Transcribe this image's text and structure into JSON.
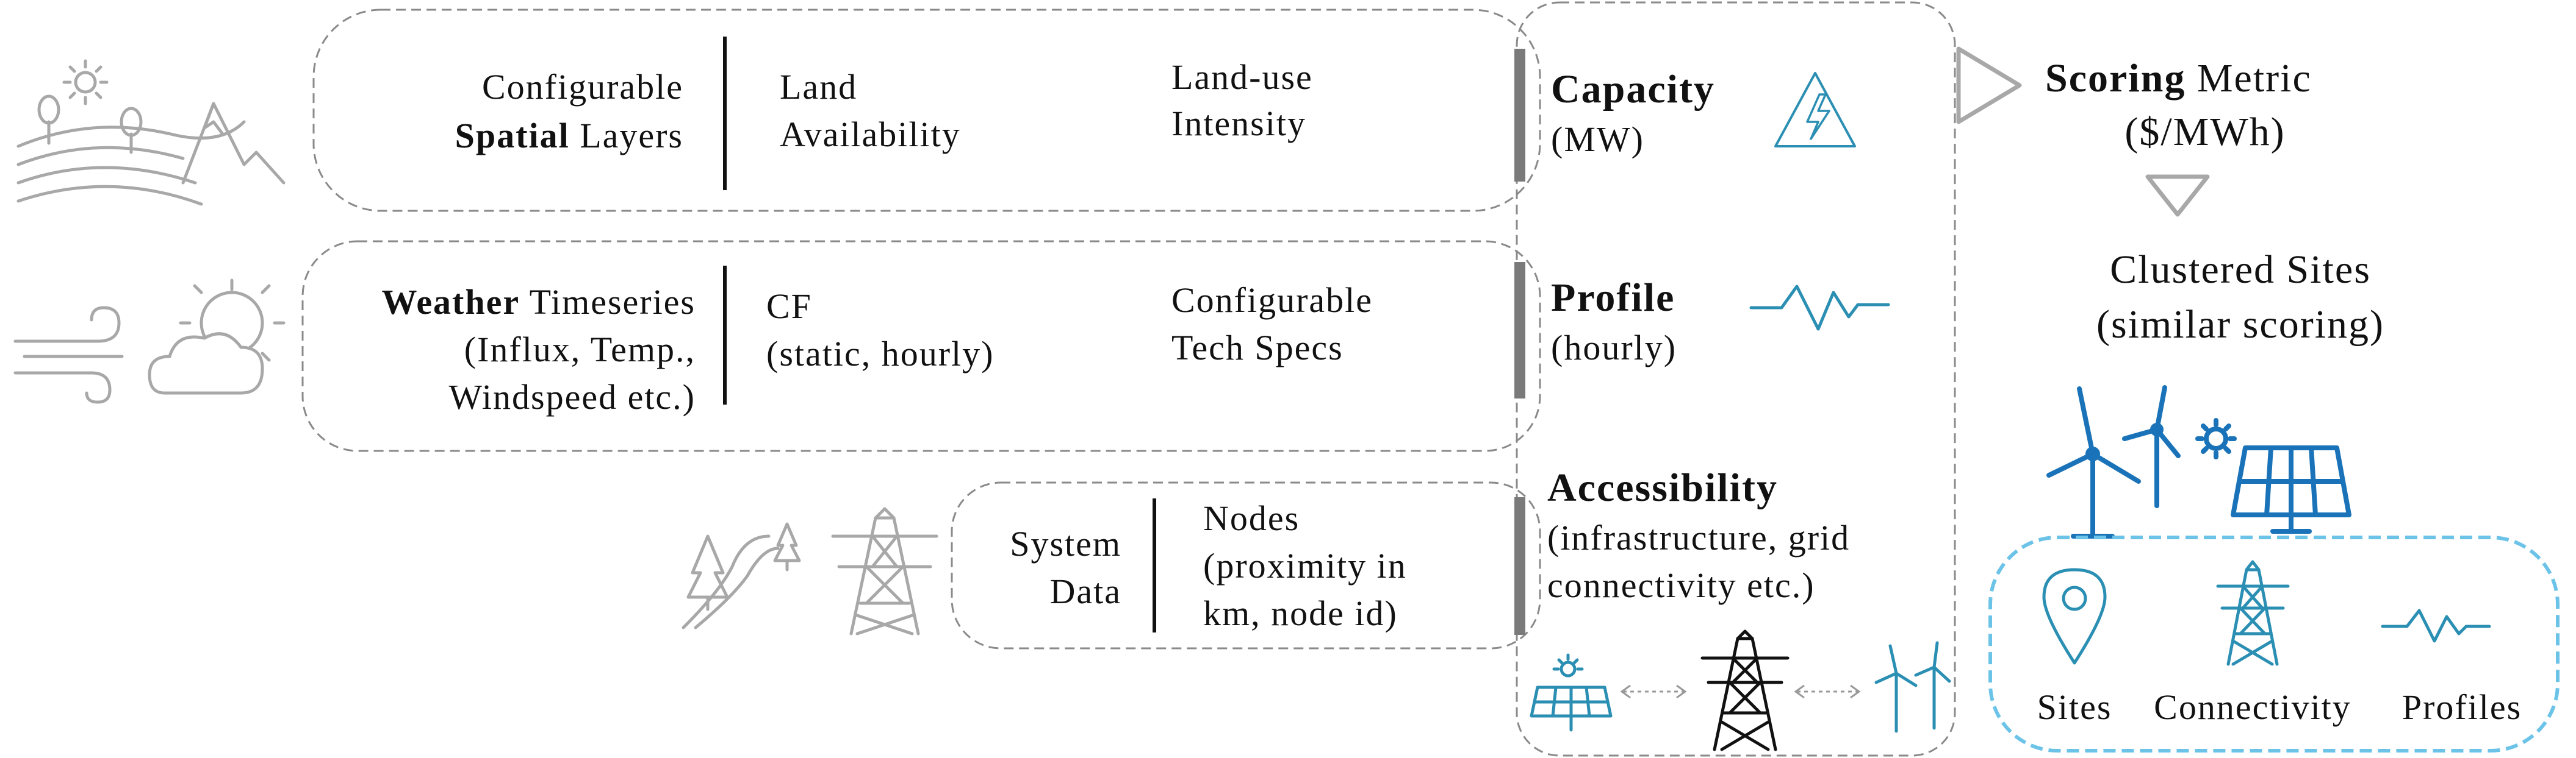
{
  "rows": {
    "spatial": {
      "title_line1": "Configurable",
      "title_bold": "Spatial",
      "title_rest": " Layers",
      "col1_line1": "Land",
      "col1_line2": "Availability",
      "col2_line1": "Land-use",
      "col2_line2": "Intensity",
      "icon": "landscape-icon"
    },
    "weather": {
      "title_bold": "Weather",
      "title_rest": " Timeseries",
      "title_line2": "(Influx, Temp.,",
      "title_line3": "Windspeed etc.)",
      "col1_line1": "CF",
      "col1_line2": "(static, hourly)",
      "col2_line1": "Configurable",
      "col2_line2": "Tech Specs",
      "icon": "weather-icon"
    },
    "system": {
      "title_line1": "System",
      "title_line2": "Data",
      "col1_line1": "Nodes",
      "col1_line2": "(proximity in",
      "col1_line3": "km, node id)",
      "icon": "road-and-tower-icon"
    }
  },
  "outputs": {
    "capacity": {
      "title": "Capacity",
      "sub": "(MW)",
      "icon": "high-voltage-icon"
    },
    "profile": {
      "title": "Profile",
      "sub": "(hourly)",
      "icon": "signal-wave-icon"
    },
    "accessibility": {
      "title": "Accessibility",
      "sub_line1": "(infrastructure, grid",
      "sub_line2": "connectivity etc.)",
      "icons": [
        "solar-panel-icon",
        "transmission-tower-icon",
        "wind-turbine-icon"
      ]
    }
  },
  "scoring": {
    "title_bold": "Scoring",
    "title_rest": " Metric",
    "sub": "($/MWh)"
  },
  "clustered": {
    "line1": "Clustered Sites",
    "line2": "(similar scoring)",
    "items": [
      {
        "label": "Sites",
        "icon": "location-pin-icon"
      },
      {
        "label": "Connectivity",
        "icon": "transmission-tower-icon"
      },
      {
        "label": "Profiles",
        "icon": "signal-wave-icon"
      }
    ]
  },
  "colors": {
    "teal": "#2b8fb3",
    "blue": "#1a73b8",
    "light_blue_border": "#6cc3e8",
    "gray_icon": "#a8a8a8",
    "bar_gray": "#7a7a7a"
  }
}
